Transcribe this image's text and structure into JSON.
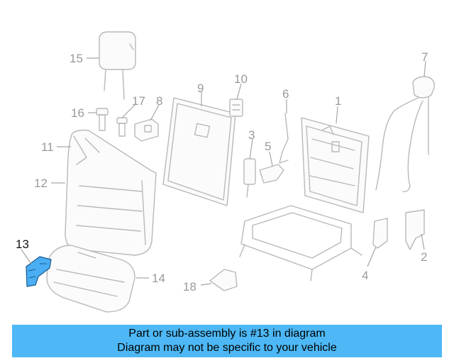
{
  "diagram": {
    "highlight_color": "#49aef3",
    "callouts": {
      "c1": "1",
      "c2": "2",
      "c3": "3",
      "c4": "4",
      "c5": "5",
      "c6": "6",
      "c7": "7",
      "c8": "8",
      "c9": "9",
      "c10": "10",
      "c11": "11",
      "c12": "12",
      "c13": "13",
      "c14": "14",
      "c15": "15",
      "c16": "16",
      "c17": "17",
      "c18": "18"
    },
    "highlighted_part": "13"
  },
  "banner": {
    "line1": "Part or sub-assembly is #13 in diagram",
    "line2": "Diagram may not be specific to your vehicle",
    "background": "#4db8f5"
  }
}
